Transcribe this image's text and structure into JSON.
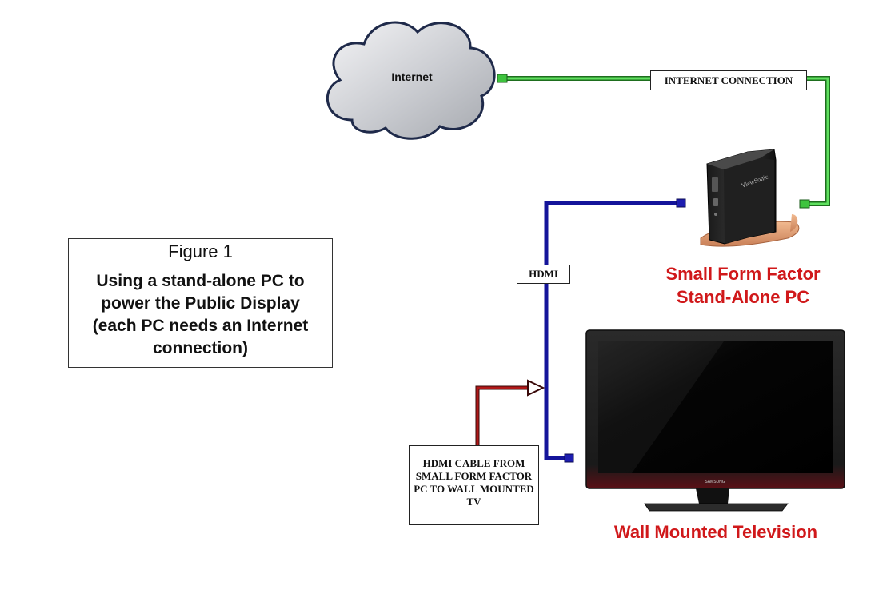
{
  "figure": {
    "title": "Figure 1",
    "caption": "Using a stand-alone PC to power the Public Display (each PC needs an Internet connection)"
  },
  "internet": {
    "label": "Internet"
  },
  "labels": {
    "internet_connection": "INTERNET CONNECTION",
    "hdmi": "HDMI",
    "hdmi_cable": "HDMI CABLE FROM SMALL FORM FACTOR PC TO WALL MOUNTED TV"
  },
  "devices": {
    "pc": {
      "title_line1": "Small Form Factor",
      "title_line2": "Stand-Alone PC",
      "brand": "ViewSonic"
    },
    "tv": {
      "title": "Wall Mounted Television",
      "brand": "SAMSUNG"
    }
  },
  "colors": {
    "internet_cable": "#3ec33e",
    "hdmi_cable": "#14149a",
    "pointer_arrow": "#b01818",
    "title_red": "#d0181a"
  }
}
